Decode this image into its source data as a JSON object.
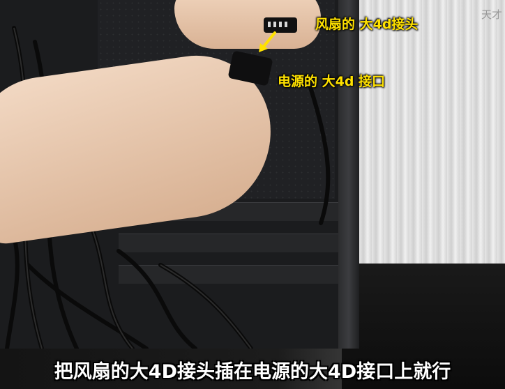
{
  "scene": {
    "label_fan_connector": "风扇的 大4d接头",
    "label_psu_connector": "电源的 大4d 接口",
    "subtitle": "把风扇的大4D接头插在电源的大4D接口上就行",
    "watermark": "天才",
    "colors": {
      "annotation": "#ffe100",
      "subtitle": "#ffffff",
      "case": "#1b1c1e",
      "curtain": "#e0e0e0"
    }
  }
}
